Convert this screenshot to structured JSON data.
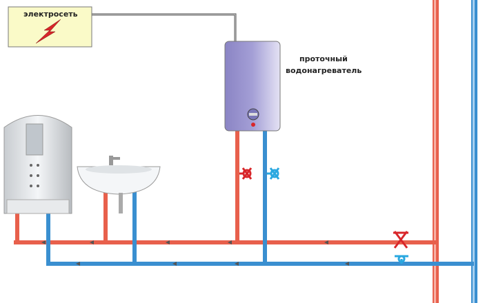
{
  "power_box": {
    "label": "электросеть"
  },
  "heater": {
    "label_line1": "проточный",
    "label_line2": "водонагреватель"
  },
  "colors": {
    "hot": "#e8604c",
    "cold": "#3a8fd0",
    "box": "#fafac8",
    "heater": "#9a94cc",
    "bolt": "#d8262a"
  }
}
